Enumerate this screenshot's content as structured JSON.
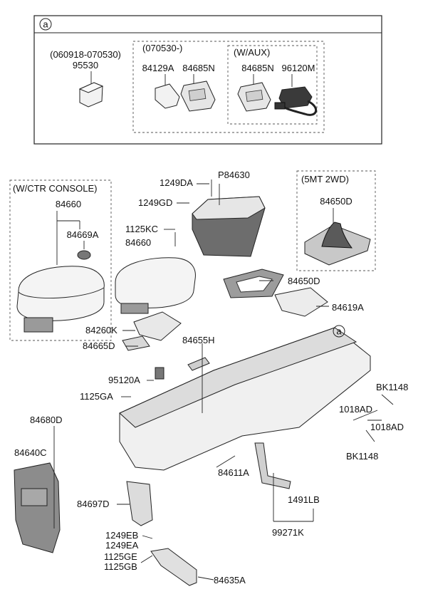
{
  "inset": {
    "marker": "a",
    "group1": {
      "date_range": "(060918-070530)",
      "part": "95530"
    },
    "group2": {
      "date_range": "(070530-)",
      "part_a": "84129A",
      "part_b": "84685N"
    },
    "group3": {
      "title": "(W/AUX)",
      "part_a": "84685N",
      "part_b": "96120M"
    }
  },
  "main": {
    "ctr_console_box": {
      "title": "(W/CTR CONSOLE)",
      "part_top": "84660",
      "part_cap": "84669A"
    },
    "mt_box": {
      "title": "(5MT 2WD)",
      "part": "84650D"
    },
    "ref_marker": "a",
    "labels": {
      "l1249DA": "1249DA",
      "lP84630": "P84630",
      "l1249GD": "1249GD",
      "l1125KC": "1125KC",
      "l84660": "84660",
      "l84650D": "84650D",
      "l84619A": "84619A",
      "l84260K": "84260K",
      "l84665D": "84665D",
      "l84655H": "84655H",
      "l95120A": "95120A",
      "l1125GA": "1125GA",
      "lBK1148_a": "BK1148",
      "l1018AD_a": "1018AD",
      "l1018AD_b": "1018AD",
      "lBK1148_b": "BK1148",
      "l84680D": "84680D",
      "l84640C": "84640C",
      "l84611A": "84611A",
      "l84697D": "84697D",
      "l1491LB": "1491LB",
      "l99271K": "99271K",
      "l1249EB": "1249EB",
      "l1249EA": "1249EA",
      "l1125GE": "1125GE",
      "l1125GB": "1125GB",
      "l84635A": "84635A"
    }
  }
}
